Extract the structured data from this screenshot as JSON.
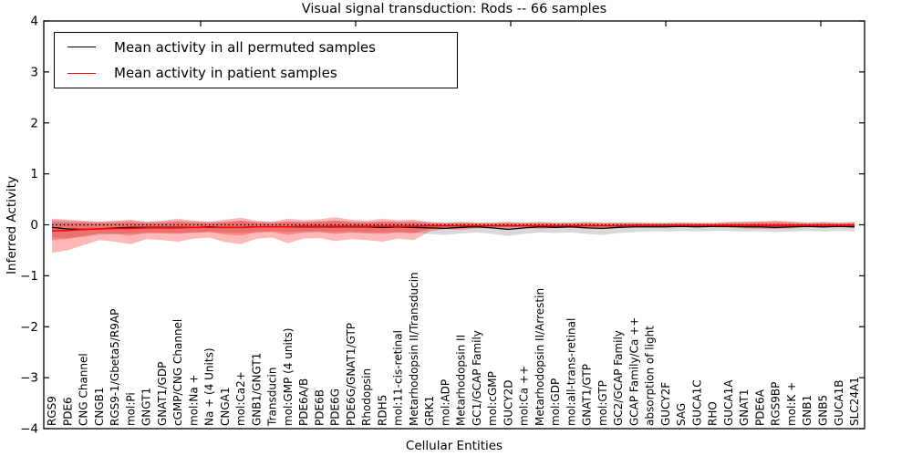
{
  "title": "Visual signal transduction: Rods -- 66 samples",
  "xlabel": "Cellular Entities",
  "ylabel": "Inferred Activity",
  "legend": {
    "entries": [
      {
        "label": "Mean activity in all permuted samples",
        "color": "#000000"
      },
      {
        "label": "Mean activity in patient samples",
        "color": "#ff0000"
      }
    ],
    "position": "upper left",
    "border_color": "#000000"
  },
  "colors": {
    "axis": "#000000",
    "permuted_line": "#000000",
    "patient_line": "#ff0000",
    "permuted_band_fill": "rgba(128,128,128,0.30)",
    "patient_band_fill": "rgba(255,0,0,0.28)",
    "zero_line": "#000000",
    "background": "#ffffff"
  },
  "chart_data": {
    "type": "line",
    "title": "Visual signal transduction: Rods -- 66 samples",
    "xlabel": "Cellular Entities",
    "ylabel": "Inferred Activity",
    "ylim": [
      -4,
      4
    ],
    "ytick_labels": [
      "4",
      "3",
      "2",
      "1",
      "0",
      "−1",
      "−2",
      "−3",
      "−4"
    ],
    "ytick_values": [
      4,
      3,
      2,
      1,
      0,
      -1,
      -2,
      -3,
      -4
    ],
    "grid": false,
    "zero_reference_line": {
      "value": 0,
      "style": "dotted",
      "color": "#000000"
    },
    "categories": [
      "RGS9",
      "PDE6",
      "CNG Channel",
      "CNGB1",
      "RGS9-1/Gbeta5/R9AP",
      "mol:Pi",
      "GNGT1",
      "GNAT1/GDP",
      "cGMP/CNG Channel",
      "mol:Na +",
      "Na + (4 Units)",
      "CNGA1",
      "mol:Ca2+",
      "GNB1/GNGT1",
      "Transducin",
      "mol:GMP (4 units)",
      "PDE6A/B",
      "PDE6B",
      "PDE6G",
      "PDE6G/GNAT1/GTP",
      "Rhodopsin",
      "RDH5",
      "mol:11-cis-retinal",
      "Metarhodopsin II/Transducin",
      "GRK1",
      "mol:ADP",
      "Metarhodopsin II",
      "GC1/GCAP Family",
      "mol:cGMP",
      "GUCY2D",
      "mol:Ca ++",
      "Metarhodopsin II/Arrestin",
      "mol:GDP",
      "mol:all-trans-retinal",
      "GNAT1/GTP",
      "mol:GTP",
      "GC2/GCAP Family",
      "GCAP Family/Ca ++",
      "absorption of light",
      "GUCY2F",
      "SAG",
      "GUCA1C",
      "RHO",
      "GUCA1A",
      "GNAT1",
      "PDE6A",
      "RGS9BP",
      "mol:K +",
      "GNB1",
      "GNB5",
      "GUCA1B",
      "SLC24A1"
    ],
    "series": [
      {
        "name": "Mean activity in all permuted samples",
        "color": "#000000",
        "values": [
          -0.05,
          -0.08,
          -0.09,
          -0.08,
          -0.06,
          -0.05,
          -0.05,
          -0.05,
          -0.05,
          -0.05,
          -0.04,
          -0.05,
          -0.05,
          -0.04,
          -0.04,
          -0.04,
          -0.04,
          -0.04,
          -0.04,
          -0.04,
          -0.04,
          -0.05,
          -0.04,
          -0.05,
          -0.06,
          -0.07,
          -0.05,
          -0.04,
          -0.06,
          -0.09,
          -0.06,
          -0.04,
          -0.05,
          -0.04,
          -0.06,
          -0.07,
          -0.05,
          -0.04,
          -0.04,
          -0.04,
          -0.03,
          -0.04,
          -0.03,
          -0.03,
          -0.04,
          -0.04,
          -0.05,
          -0.04,
          -0.03,
          -0.04,
          -0.03,
          -0.04
        ]
      },
      {
        "name": "Mean activity in patient samples",
        "color": "#ff0000",
        "values": [
          -0.12,
          -0.11,
          -0.09,
          -0.08,
          -0.07,
          -0.07,
          -0.06,
          -0.06,
          -0.06,
          -0.05,
          -0.05,
          -0.05,
          -0.05,
          -0.04,
          -0.04,
          -0.04,
          -0.03,
          -0.03,
          -0.03,
          -0.03,
          -0.03,
          -0.03,
          -0.03,
          -0.03,
          -0.02,
          -0.02,
          -0.02,
          -0.02,
          -0.02,
          -0.02,
          -0.02,
          -0.02,
          -0.02,
          -0.02,
          -0.02,
          -0.02,
          -0.02,
          -0.01,
          -0.01,
          -0.01,
          -0.01,
          -0.01,
          -0.01,
          -0.01,
          -0.01,
          -0.01,
          -0.01,
          -0.01,
          -0.01,
          -0.01,
          -0.01,
          -0.01
        ]
      }
    ],
    "bands": [
      {
        "name": "permuted-confidence-band",
        "fill": "rgba(128,128,128,0.30)",
        "hi": [
          0.1,
          0.08,
          0.07,
          0.06,
          0.07,
          0.08,
          0.06,
          0.07,
          0.08,
          0.07,
          0.06,
          0.07,
          0.08,
          0.06,
          0.06,
          0.07,
          0.06,
          0.07,
          0.08,
          0.07,
          0.06,
          0.07,
          0.06,
          0.07,
          0.06,
          0.05,
          0.06,
          0.05,
          0.05,
          0.06,
          0.05,
          0.06,
          0.05,
          0.05,
          0.06,
          0.05,
          0.05,
          0.05,
          0.05,
          0.05,
          0.05,
          0.05,
          0.05,
          0.06,
          0.06,
          0.06,
          0.07,
          0.06,
          0.05,
          0.06,
          0.05,
          0.06
        ],
        "lo": [
          -0.25,
          -0.26,
          -0.24,
          -0.2,
          -0.18,
          -0.17,
          -0.16,
          -0.15,
          -0.16,
          -0.15,
          -0.14,
          -0.15,
          -0.16,
          -0.14,
          -0.13,
          -0.14,
          -0.13,
          -0.13,
          -0.14,
          -0.13,
          -0.14,
          -0.15,
          -0.14,
          -0.15,
          -0.18,
          -0.2,
          -0.17,
          -0.15,
          -0.18,
          -0.22,
          -0.18,
          -0.15,
          -0.16,
          -0.15,
          -0.18,
          -0.2,
          -0.16,
          -0.14,
          -0.13,
          -0.13,
          -0.12,
          -0.13,
          -0.12,
          -0.12,
          -0.13,
          -0.13,
          -0.14,
          -0.13,
          -0.12,
          -0.13,
          -0.12,
          -0.13
        ]
      },
      {
        "name": "patient-outer-band",
        "fill": "rgba(255,0,0,0.28)",
        "hi": [
          0.12,
          0.1,
          0.08,
          0.06,
          0.08,
          0.1,
          0.06,
          0.08,
          0.12,
          0.08,
          0.06,
          0.1,
          0.14,
          0.08,
          0.06,
          0.12,
          0.09,
          0.11,
          0.15,
          0.1,
          0.08,
          0.12,
          0.09,
          0.1,
          0.05,
          0.04,
          0.05,
          0.04,
          0.04,
          0.05,
          0.04,
          0.05,
          0.04,
          0.04,
          0.05,
          0.04,
          0.04,
          0.04,
          0.03,
          0.03,
          0.04,
          0.03,
          0.03,
          0.05,
          0.06,
          0.07,
          0.08,
          0.06,
          0.04,
          0.05,
          0.04,
          0.05
        ],
        "lo": [
          -0.55,
          -0.5,
          -0.4,
          -0.3,
          -0.33,
          -0.38,
          -0.28,
          -0.3,
          -0.33,
          -0.27,
          -0.25,
          -0.34,
          -0.38,
          -0.27,
          -0.25,
          -0.36,
          -0.27,
          -0.26,
          -0.32,
          -0.28,
          -0.3,
          -0.33,
          -0.27,
          -0.3,
          -0.13,
          -0.08,
          -0.1,
          -0.07,
          -0.06,
          -0.08,
          -0.06,
          -0.08,
          -0.06,
          -0.06,
          -0.07,
          -0.06,
          -0.06,
          -0.05,
          -0.05,
          -0.05,
          -0.05,
          -0.05,
          -0.05,
          -0.06,
          -0.07,
          -0.08,
          -0.08,
          -0.07,
          -0.05,
          -0.06,
          -0.05,
          -0.06
        ]
      },
      {
        "name": "patient-inner-band",
        "fill": "rgba(255,0,0,0.28)",
        "hi": [
          0.06,
          0.05,
          0.04,
          0.03,
          0.04,
          0.05,
          0.03,
          0.04,
          0.06,
          0.04,
          0.03,
          0.05,
          0.08,
          0.04,
          0.03,
          0.06,
          0.05,
          0.06,
          0.08,
          0.05,
          0.04,
          0.06,
          0.05,
          0.05,
          0.03,
          0.02,
          0.03,
          0.02,
          0.02,
          0.03,
          0.02,
          0.03,
          0.02,
          0.02,
          0.03,
          0.02,
          0.02,
          0.02,
          0.02,
          0.02,
          0.02,
          0.02,
          0.02,
          0.03,
          0.03,
          0.04,
          0.04,
          0.03,
          0.02,
          0.03,
          0.02,
          0.03
        ],
        "lo": [
          -0.3,
          -0.28,
          -0.22,
          -0.17,
          -0.18,
          -0.21,
          -0.16,
          -0.17,
          -0.18,
          -0.15,
          -0.14,
          -0.19,
          -0.21,
          -0.15,
          -0.14,
          -0.2,
          -0.15,
          -0.14,
          -0.18,
          -0.15,
          -0.17,
          -0.18,
          -0.15,
          -0.17,
          -0.08,
          -0.05,
          -0.06,
          -0.04,
          -0.04,
          -0.05,
          -0.04,
          -0.05,
          -0.04,
          -0.04,
          -0.04,
          -0.04,
          -0.04,
          -0.03,
          -0.03,
          -0.03,
          -0.03,
          -0.03,
          -0.03,
          -0.04,
          -0.04,
          -0.05,
          -0.05,
          -0.04,
          -0.03,
          -0.04,
          -0.03,
          -0.04
        ]
      }
    ]
  }
}
